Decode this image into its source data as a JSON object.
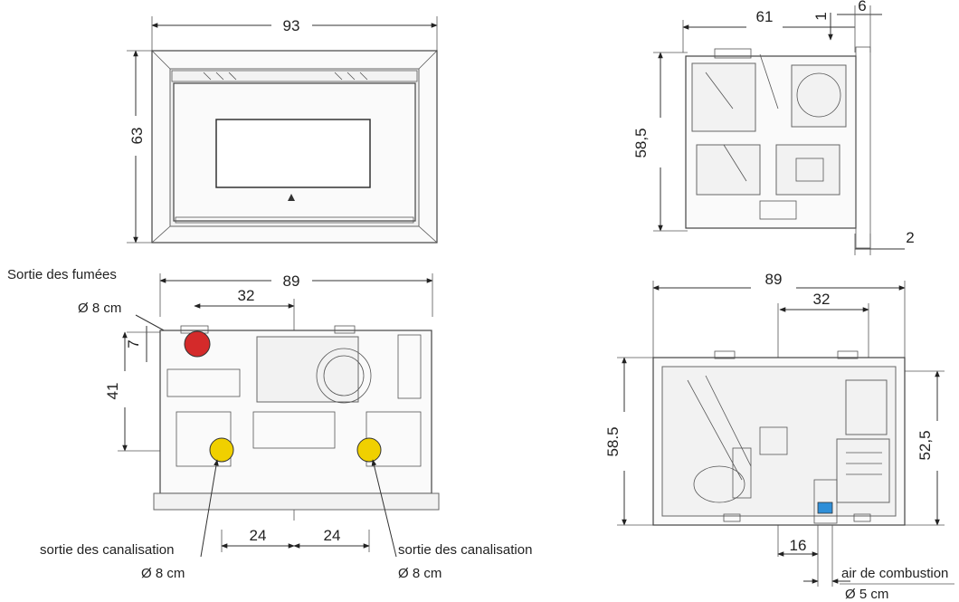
{
  "views": {
    "front": {
      "width": "93",
      "height": "63"
    },
    "side": {
      "depth": "61",
      "flange": "1",
      "frame": "6",
      "height": "58,5",
      "bottom_offset": "2"
    },
    "rear": {
      "width": "89",
      "flue_offset": "32",
      "flue_from_top": "7",
      "duct_height": "41",
      "left_spacing": "24",
      "right_spacing": "24",
      "flue_label": "Sortie des fumées",
      "flue_diameter": "Ø 8 cm",
      "left_duct_label": "sortie des canalisation",
      "left_duct_diameter": "Ø 8 cm",
      "right_duct_label": "sortie des canalisation",
      "right_duct_diameter": "Ø 8 cm",
      "colors": {
        "flue_outlet": "#d42a2a",
        "duct_outlet": "#f0d000"
      }
    },
    "top": {
      "width": "89",
      "offset": "32",
      "height": "58.5",
      "inner_height": "52,5",
      "air_offset": "16",
      "air_label": "air de combustion",
      "air_diameter": "Ø 5 cm",
      "colors": {
        "air_inlet": "#2f8fd8"
      }
    }
  }
}
